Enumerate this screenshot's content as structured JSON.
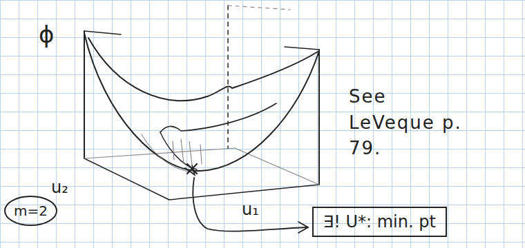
{
  "diagram": {
    "nodes": [
      {
        "text": [
          "m=2"
        ]
      },
      {
        "text": [
          "∃! U*: min. pt"
        ]
      }
    ],
    "labels": [
      "ϕ",
      "See LeVeque p. 79.",
      "u₂",
      "u₁"
    ]
  }
}
